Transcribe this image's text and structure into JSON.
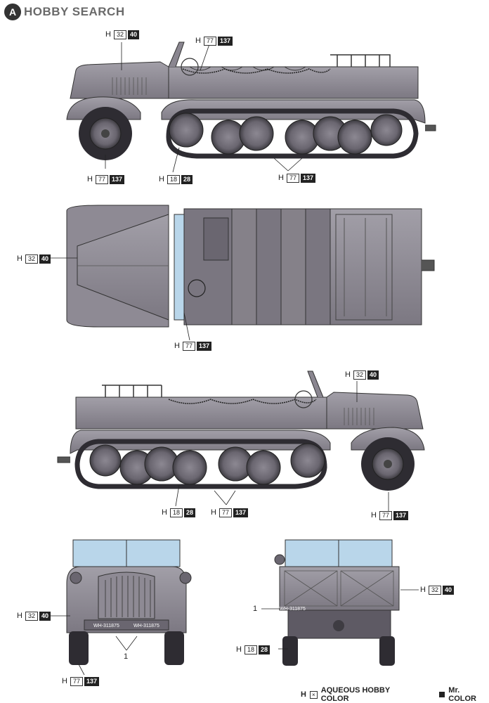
{
  "brand": {
    "badge": "A",
    "title": "HOBBY SEARCH"
  },
  "views": {
    "left": {
      "callouts": [
        {
          "code": "H",
          "hobby": "32",
          "mr": "40"
        },
        {
          "code": "H",
          "hobby": "77",
          "mr": "137"
        },
        {
          "code": "H",
          "hobby": "77",
          "mr": "137"
        },
        {
          "code": "H",
          "hobby": "18",
          "mr": "28"
        },
        {
          "code": "H",
          "hobby": "77",
          "mr": "137"
        }
      ]
    },
    "top": {
      "callouts": [
        {
          "code": "H",
          "hobby": "32",
          "mr": "40"
        },
        {
          "code": "H",
          "hobby": "77",
          "mr": "137"
        }
      ]
    },
    "right": {
      "callouts": [
        {
          "code": "H",
          "hobby": "32",
          "mr": "40"
        },
        {
          "code": "H",
          "hobby": "18",
          "mr": "28"
        },
        {
          "code": "H",
          "hobby": "77",
          "mr": "137"
        },
        {
          "code": "H",
          "hobby": "77",
          "mr": "137"
        }
      ]
    },
    "front": {
      "plates": [
        "WH-311875",
        "WH-311875"
      ],
      "marker": "1",
      "callouts": [
        {
          "code": "H",
          "hobby": "32",
          "mr": "40"
        },
        {
          "code": "H",
          "hobby": "77",
          "mr": "137"
        }
      ]
    },
    "rear": {
      "plate": "WH-311875",
      "marker": "1",
      "callouts": [
        {
          "code": "H",
          "hobby": "32",
          "mr": "40"
        },
        {
          "code": "H",
          "hobby": "18",
          "mr": "28"
        }
      ]
    }
  },
  "legend": {
    "aqueous_symbol": "H",
    "aqueous_box": "×",
    "aqueous_label": "AQUEOUS HOBBY COLOR",
    "mr_label": "Mr. COLOR"
  },
  "colors": {
    "body_gray": "#8a8690",
    "body_light": "#a8a4ae",
    "body_dark": "#5e5a64",
    "tire_dark": "#2e2c32",
    "glass": "#b9d6ea"
  }
}
